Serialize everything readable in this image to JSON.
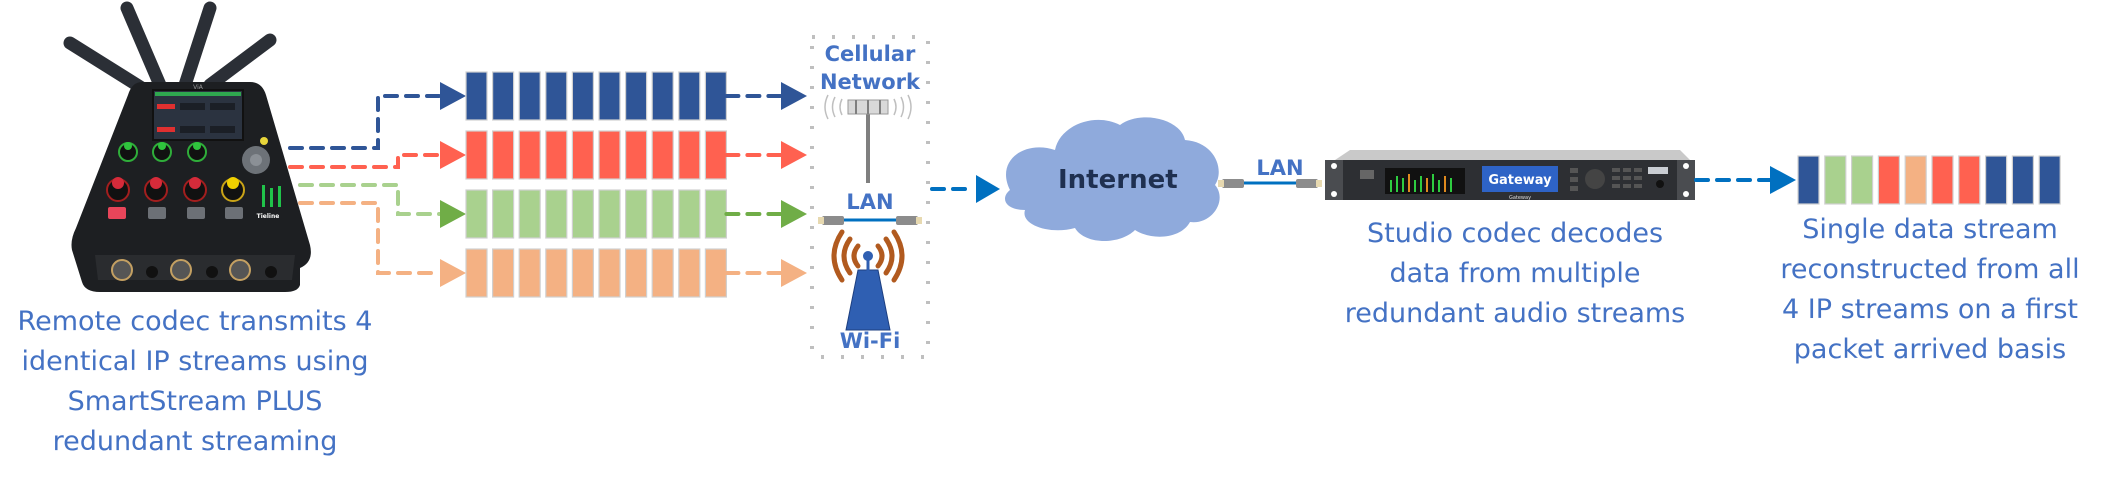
{
  "diagram": {
    "title": "SmartStream PLUS redundant streaming",
    "remote_codec": {
      "device_brand": "ViA",
      "device_maker": "Tieline",
      "caption_lines": [
        "Remote codec transmits 4",
        "identical IP streams using",
        "SmartStream PLUS",
        "redundant streaming"
      ]
    },
    "streams": [
      {
        "name": "stream-1",
        "color": "#2f5597",
        "packet_count": 10,
        "network": "Cellular Network"
      },
      {
        "name": "stream-2",
        "color": "#ff6150",
        "packet_count": 10,
        "network": "Cellular Network"
      },
      {
        "name": "stream-3",
        "color": "#a9d18e",
        "arrow_color": "#70ad47",
        "packet_count": 10,
        "network": "LAN"
      },
      {
        "name": "stream-4",
        "color": "#f4b183",
        "packet_count": 10,
        "network": "Wi-Fi"
      }
    ],
    "networks": {
      "cellular_line1": "Cellular",
      "cellular_line2": "Network",
      "lan": "LAN",
      "wifi": "Wi-Fi"
    },
    "internet": {
      "label": "Internet",
      "color": "#8faadc"
    },
    "lan_to_studio": "LAN",
    "studio_codec": {
      "screen_label": "Gateway",
      "model_label": "Gateway",
      "caption_lines": [
        "Studio codec decodes",
        "data from multiple",
        "redundant audio streams"
      ]
    },
    "output_stream": {
      "packets": [
        "blue",
        "green",
        "green",
        "red",
        "orange",
        "red",
        "red",
        "blue",
        "blue",
        "blue"
      ],
      "caption_lines": [
        "Single data stream",
        "reconstructed from all",
        "4 IP streams on a first",
        "packet arrived basis"
      ]
    },
    "colors": {
      "blue": "#2f5597",
      "red": "#ff6150",
      "green": "#a9d18e",
      "orange": "#f4b183",
      "link_blue": "#0070c0",
      "text_blue": "#4472c4"
    }
  }
}
